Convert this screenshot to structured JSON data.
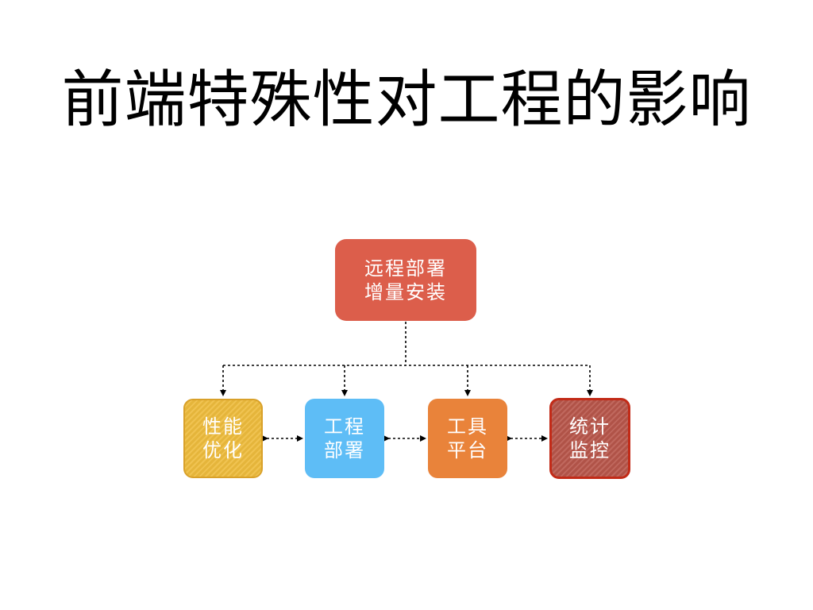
{
  "slide": {
    "title": "前端特殊性对工程的影响"
  },
  "diagram": {
    "root": {
      "label": "远程部署\n增量安装",
      "color": "#dc5e4b"
    },
    "children": [
      {
        "id": "perf",
        "label": "性能\n优化",
        "color": "#eebc3d"
      },
      {
        "id": "deploy",
        "label": "工程\n部署",
        "color": "#5ebdf6"
      },
      {
        "id": "tools",
        "label": "工具\n平台",
        "color": "#e9833a"
      },
      {
        "id": "monitor",
        "label": "统计\n监控",
        "color": "#b9574c"
      }
    ],
    "connector_style": "dashed-arrow"
  }
}
